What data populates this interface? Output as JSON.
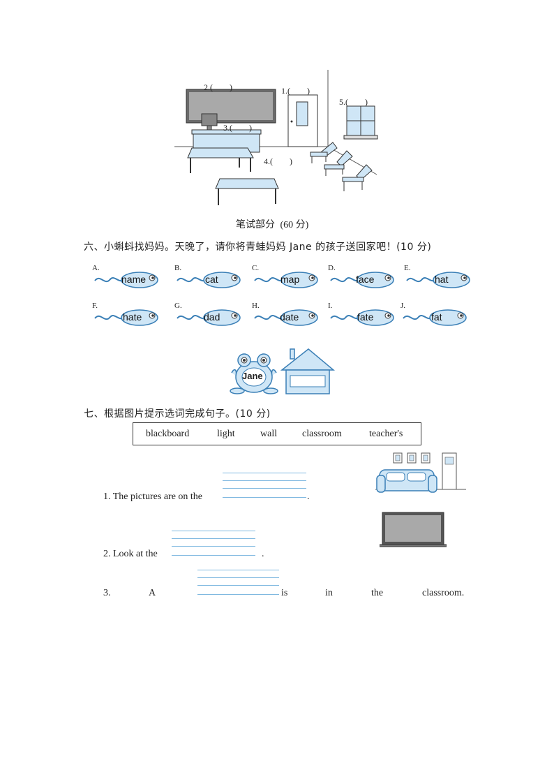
{
  "classroom_scene": {
    "labels": [
      {
        "id": "1",
        "text": "1.(　　)"
      },
      {
        "id": "2",
        "text": "2.(　　)"
      },
      {
        "id": "3",
        "text": "3.(　　)"
      },
      {
        "id": "4",
        "text": "4.(　　)"
      },
      {
        "id": "5",
        "text": "5.(　　)"
      }
    ]
  },
  "written_part": {
    "title": "笔试部分",
    "score": "(60 分)"
  },
  "section6": {
    "title": "六、小蝌蚪找妈妈。天晚了，请你将青蛙妈妈 Jane 的孩子送回家吧！(10 分)",
    "tadpoles": [
      {
        "letter": "A.",
        "word": "name"
      },
      {
        "letter": "B.",
        "word": "cat"
      },
      {
        "letter": "C.",
        "word": "map"
      },
      {
        "letter": "D.",
        "word": "face"
      },
      {
        "letter": "E.",
        "word": "hat"
      },
      {
        "letter": "F.",
        "word": "hate"
      },
      {
        "letter": "G.",
        "word": "dad"
      },
      {
        "letter": "H.",
        "word": "date"
      },
      {
        "letter": "I.",
        "word": "fate"
      },
      {
        "letter": "J.",
        "word": "fat"
      }
    ],
    "frog_name": "Jane"
  },
  "section7": {
    "title": "七、根据图片提示选词完成句子。(10 分)",
    "word_bank": [
      "blackboard",
      "light",
      "wall",
      "classroom",
      "teacher's"
    ],
    "sentences": [
      {
        "prefix": "1. The pictures  are on the",
        "suffix": "."
      },
      {
        "prefix": "2. Look at the",
        "suffix": "."
      },
      {
        "p1": "3.",
        "p2": "A",
        "p3": "is",
        "p4": "in",
        "p5": "the",
        "p6": "classroom."
      }
    ]
  },
  "colors": {
    "accent_blue": "#cfe6f6",
    "line_blue": "#7fb8e0",
    "board_gray": "#a9a9a9"
  }
}
